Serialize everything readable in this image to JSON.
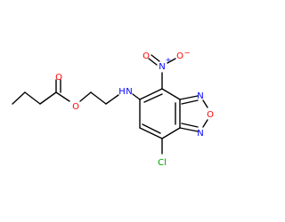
{
  "molecule": {
    "atoms": {
      "O_carbonyl": {
        "label": "O",
        "color": "#ff0000"
      },
      "O_ester": {
        "label": "O",
        "color": "#ff0000"
      },
      "N_amine": {
        "label": "N",
        "color": "#0000ff"
      },
      "H_amine": {
        "label": "H",
        "color": "#0000ff"
      },
      "N_nitro": {
        "label": "N",
        "color": "#0000ff"
      },
      "N_nitro_charge": {
        "label": "+",
        "color": "#0000ff"
      },
      "O_nitro": {
        "label": "O",
        "color": "#ff0000"
      },
      "O_nitro_charge": {
        "label": "−",
        "color": "#ff0000"
      },
      "N_ring_top": {
        "label": "N",
        "color": "#0000ff"
      },
      "O_ring": {
        "label": "O",
        "color": "#ff0000"
      },
      "N_ring_bottom": {
        "label": "N",
        "color": "#0000ff"
      },
      "Cl": {
        "label": "Cl",
        "color": "#00a000"
      }
    }
  }
}
